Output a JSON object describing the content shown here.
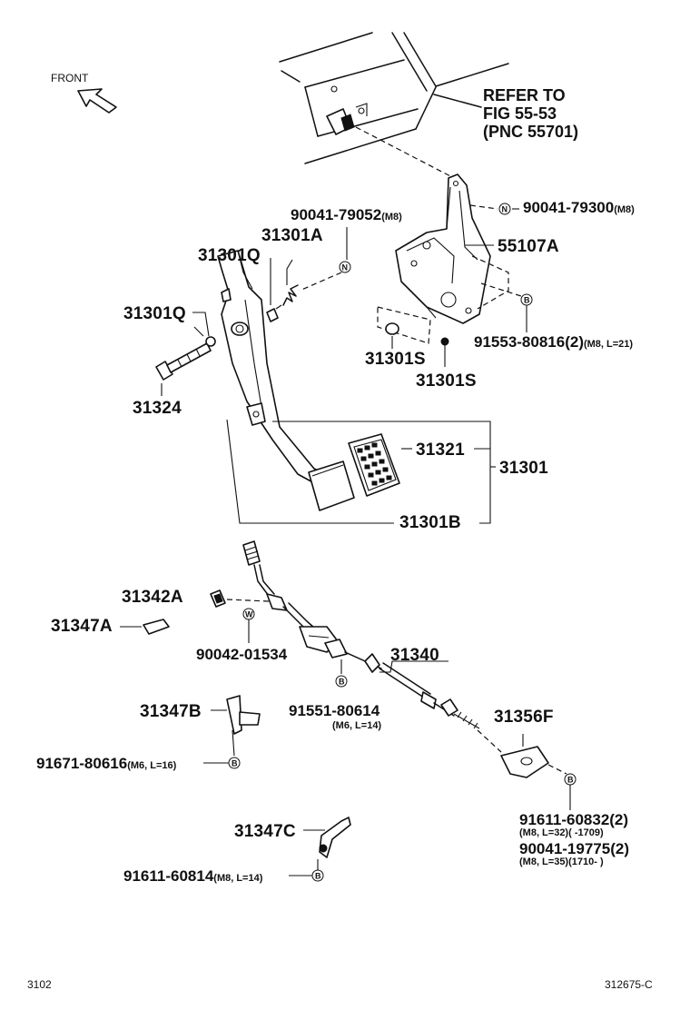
{
  "front_label": "FRONT",
  "refer": {
    "line1": "REFER TO",
    "line2": "FIG 55-53",
    "line3": "(PNC 55701)"
  },
  "parts": {
    "p_90041_79052": "90041-79052",
    "p_90041_79052_note": "(M8)",
    "p_90041_79300": "90041-79300",
    "p_90041_79300_note": "(M8)",
    "p_31301A": "31301A",
    "p_31301Q_upper": "31301Q",
    "p_31301Q_lower": "31301Q",
    "p_55107A": "55107A",
    "p_91553_80816": "91553-80816(2)",
    "p_91553_80816_note": "(M8, L=21)",
    "p_31301S_a": "31301S",
    "p_31301S_b": "31301S",
    "p_31324": "31324",
    "p_31321": "31321",
    "p_31301": "31301",
    "p_31301B": "31301B",
    "p_31342A": "31342A",
    "p_31347A": "31347A",
    "p_90042_01534": "90042-01534",
    "p_31340": "31340",
    "p_91551_80614": "91551-80614",
    "p_91551_80614_note": "(M6, L=14)",
    "p_31347B": "31347B",
    "p_91671_80616": "91671-80616",
    "p_91671_80616_note": "(M6, L=16)",
    "p_31356F": "31356F",
    "p_91611_60832": "91611-60832(2)",
    "p_91611_60832_note": "(M8, L=32)(        -1709)",
    "p_90041_19775": "90041-19775(2)",
    "p_90041_19775_note": "(M8, L=35)(1710-        )",
    "p_31347C": "31347C",
    "p_91611_60814": "91611-60814",
    "p_91611_60814_note": "(M8, L=14)"
  },
  "symbols": {
    "n": "N",
    "b": "B",
    "w": "W"
  },
  "footer": {
    "left_code": "3102",
    "right_code": "312675-C"
  }
}
